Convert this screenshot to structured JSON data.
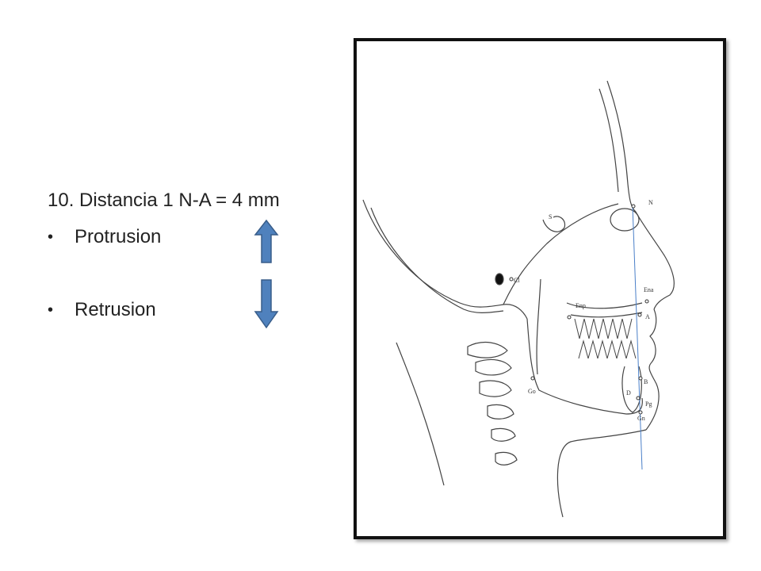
{
  "slide": {
    "title": "10. Distancia 1 N-A = 4 mm",
    "bullets": [
      {
        "label": "Protrusion",
        "arrow": "up-arrow"
      },
      {
        "label": "Retrusion",
        "arrow": "down-arrow"
      }
    ],
    "arrow_color": "#4F81BD",
    "arrow_border": "#385D8A"
  },
  "tracing": {
    "landmarks": [
      "S",
      "N",
      "Cl",
      "Ena",
      "Enp",
      "A",
      "Go",
      "B",
      "D",
      "Pg",
      "Gn"
    ],
    "reference_line_color": "#4A7FC8"
  }
}
